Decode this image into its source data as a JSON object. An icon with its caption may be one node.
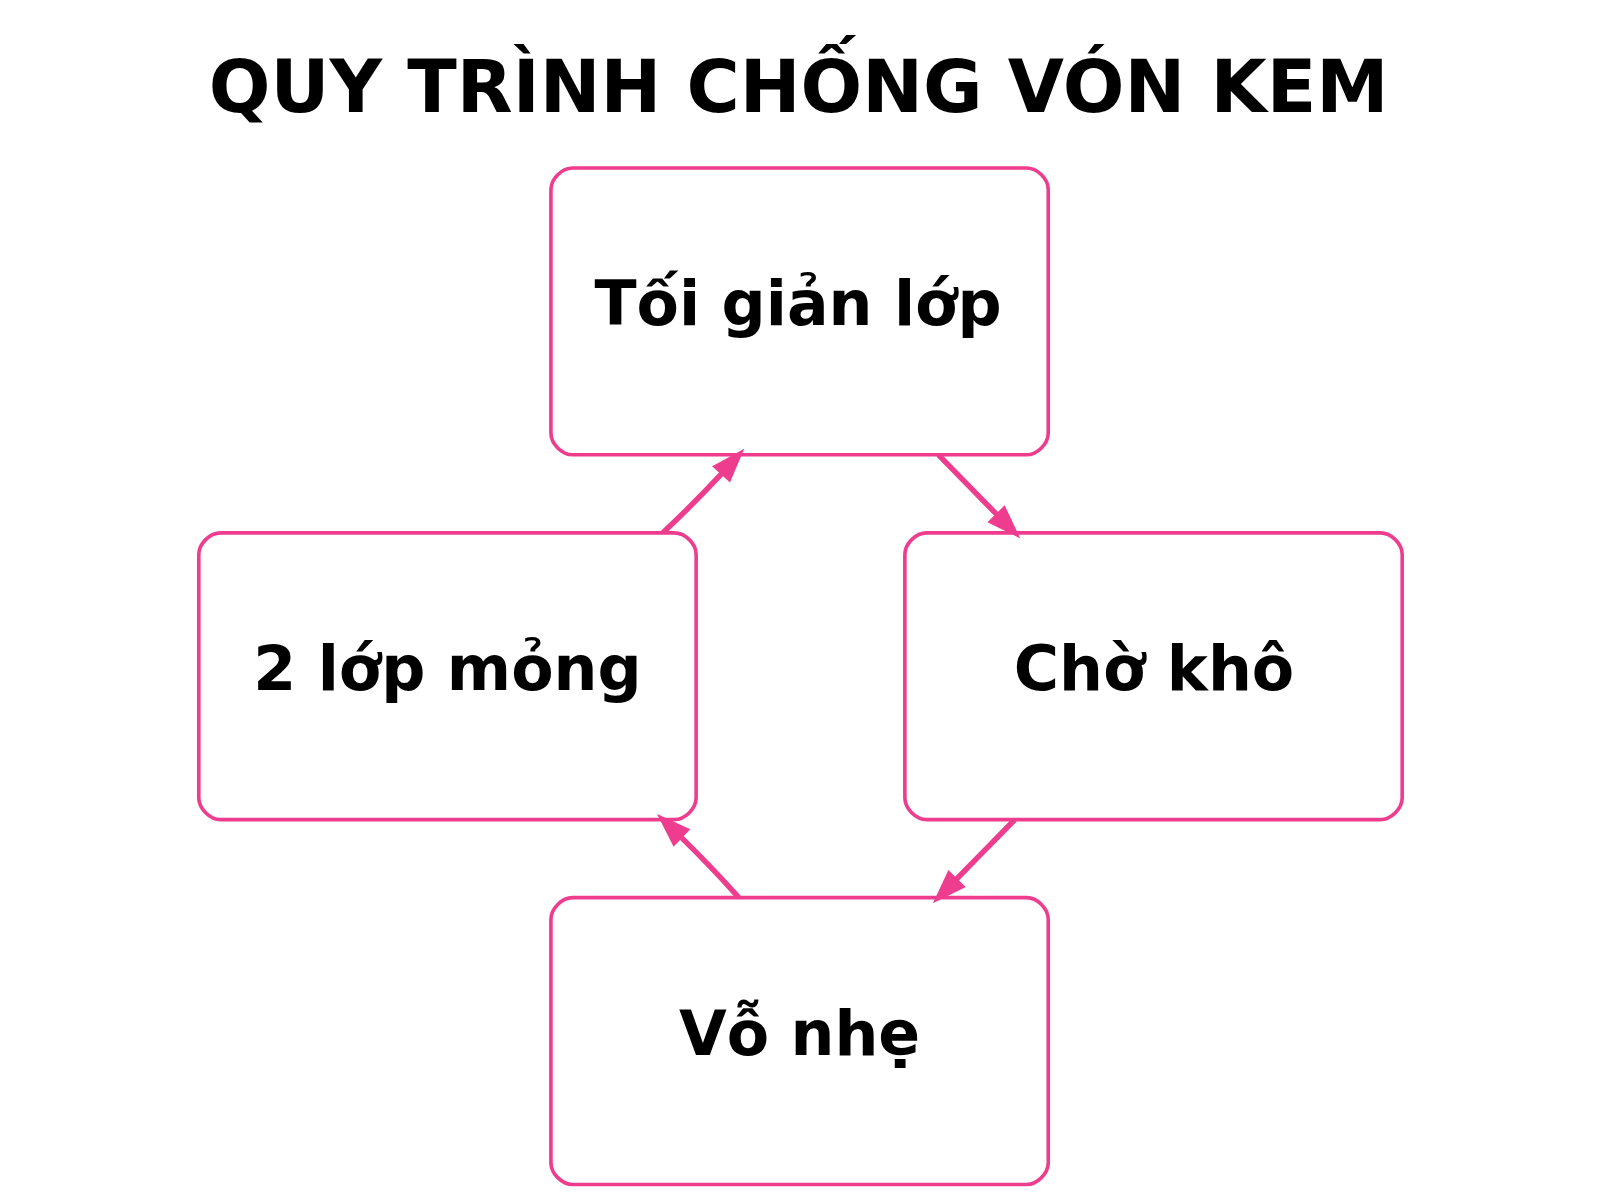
{
  "diagram": {
    "title": "QUY TRÌNH CHỐNG VÓN KEM",
    "nodes": [
      {
        "text": [
          "Tối giản lớp"
        ]
      },
      {
        "text": [
          "Chờ khô"
        ]
      },
      {
        "text": [
          "Vỗ nhẹ"
        ]
      },
      {
        "text": [
          "2 lớp mỏng"
        ]
      }
    ],
    "edges": [
      {
        "from": 0,
        "to": 1,
        "arrow": "to"
      },
      {
        "from": 1,
        "to": 2,
        "arrow": "to"
      },
      {
        "from": 2,
        "to": 3,
        "arrow": "to"
      },
      {
        "from": 3,
        "to": 0,
        "arrow": "to"
      }
    ]
  }
}
